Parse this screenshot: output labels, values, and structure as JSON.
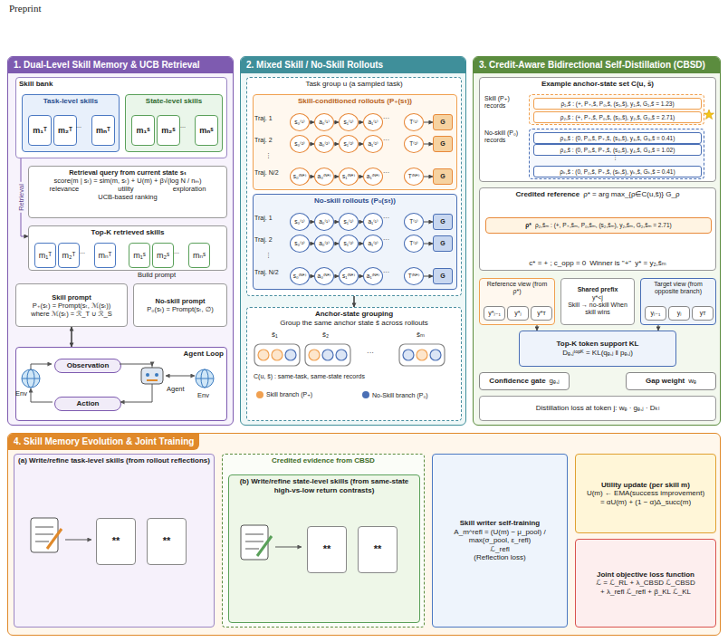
{
  "diagram": {
    "nodes": [
      {
        "text": [
          "1. Dual-Level Skill Memory & UCB Retrieval"
        ]
      },
      {
        "text": [
          "Skill bank"
        ],
        "in": 0
      },
      {
        "text": [
          "Task-level skills"
        ],
        "in": 1
      },
      {
        "text": [
          "m₁ᵀ"
        ],
        "in": 2
      },
      {
        "text": [
          "m₂ᵀ"
        ],
        "in": 2
      },
      {
        "text": [
          "mₙᵀ"
        ],
        "in": 2
      },
      {
        "text": [
          "State-level skills"
        ],
        "in": 1
      },
      {
        "text": [
          "m₁ˢ"
        ],
        "in": 6
      },
      {
        "text": [
          "m₂ˢ"
        ],
        "in": 6
      },
      {
        "text": [
          "mₙˢ"
        ],
        "in": 6
      },
      {
        "text": [
          "Retrieval query from current state sₜ",
          "score(m | sₜ) = sim(m, sₜ) + U(m) + β√(log N / nₘ)",
          "relevance",
          "utility",
          "exploration",
          "UCB-based ranking"
        ],
        "in": 0
      },
      {
        "text": [
          "Top-K retrieved skills"
        ],
        "in": 0
      },
      {
        "text": [
          "m₁ᵀ"
        ],
        "in": 11
      },
      {
        "text": [
          "m₂ᵀ"
        ],
        "in": 11
      },
      {
        "text": [
          "mₙᵀ"
        ],
        "in": 11
      },
      {
        "text": [
          "m₁ˢ"
        ],
        "in": 11
      },
      {
        "text": [
          "m₂ˢ"
        ],
        "in": 11
      },
      {
        "text": [
          "mₙˢ"
        ],
        "in": 11
      },
      {
        "text": [
          "Skill prompt",
          "P₊(sₜ) = Prompt(sₜ, ℳ(sₜ))",
          "where ℳ(sₜ) = ℛ_T ∪ ℛ_S"
        ],
        "in": 0
      },
      {
        "text": [
          "No-skill prompt",
          "P₀(sₜ) = Prompt(sₜ, ∅)"
        ],
        "in": 0
      },
      {
        "text": [
          "Agent Loop"
        ],
        "in": 0
      },
      {
        "text": [
          "Observation"
        ],
        "in": 20
      },
      {
        "text": [
          "Action"
        ],
        "in": 20
      },
      {
        "text": [
          "2. Mixed Skill / No-Skill Rollouts"
        ]
      },
      {
        "text": [
          "Task group u (a sampled task)"
        ],
        "in": 23
      },
      {
        "text": [
          "Skill-conditioned rollouts (P₊(sₜ))"
        ],
        "in": 24
      },
      {
        "text": [
          "s₀⁽¹⁾"
        ],
        "in": 25
      },
      {
        "text": [
          "a₀⁽¹⁾"
        ],
        "in": 25
      },
      {
        "text": [
          "s₁⁽¹⁾"
        ],
        "in": 25
      },
      {
        "text": [
          "a₁⁽¹⁾"
        ],
        "in": 25
      },
      {
        "text": [
          "T⁽¹⁾"
        ],
        "in": 25
      },
      {
        "text": [
          "G"
        ],
        "in": 25
      },
      {
        "text": [
          "s₀⁽²⁾"
        ],
        "in": 25
      },
      {
        "text": [
          "a₀⁽²⁾"
        ],
        "in": 25
      },
      {
        "text": [
          "s₁⁽²⁾"
        ],
        "in": 25
      },
      {
        "text": [
          "a₁⁽²⁾"
        ],
        "in": 25
      },
      {
        "text": [
          "T⁽²⁾"
        ],
        "in": 25
      },
      {
        "text": [
          "G"
        ],
        "in": 25
      },
      {
        "text": [
          "s₀⁽ᴺ*⁾"
        ],
        "in": 25
      },
      {
        "text": [
          "a₀⁽ᴺ*⁾"
        ],
        "in": 25
      },
      {
        "text": [
          "s₁⁽ᴺ*⁾"
        ],
        "in": 25
      },
      {
        "text": [
          "a₁⁽ᴺ*⁾"
        ],
        "in": 25
      },
      {
        "text": [
          "T⁽ᴺ*⁾"
        ],
        "in": 25
      },
      {
        "text": [
          "G"
        ],
        "in": 25
      },
      {
        "text": [
          "No-skill rollouts (P₀(sₜ))"
        ],
        "in": 24
      },
      {
        "text": [
          "s₀⁽¹⁾"
        ],
        "in": 44
      },
      {
        "text": [
          "a₀⁽¹⁾"
        ],
        "in": 44
      },
      {
        "text": [
          "s₁⁽¹⁾"
        ],
        "in": 44
      },
      {
        "text": [
          "a₁⁽¹⁾"
        ],
        "in": 44
      },
      {
        "text": [
          "T⁽¹⁾"
        ],
        "in": 44
      },
      {
        "text": [
          "G"
        ],
        "in": 44
      },
      {
        "text": [
          "s₀⁽²⁾"
        ],
        "in": 44
      },
      {
        "text": [
          "a₀⁽²⁾"
        ],
        "in": 44
      },
      {
        "text": [
          "s₁⁽²⁾"
        ],
        "in": 44
      },
      {
        "text": [
          "a₁⁽²⁾"
        ],
        "in": 44
      },
      {
        "text": [
          "T⁽²⁾"
        ],
        "in": 44
      },
      {
        "text": [
          "G"
        ],
        "in": 44
      },
      {
        "text": [
          "s₀⁽ᴺ*⁾"
        ],
        "in": 44
      },
      {
        "text": [
          "a₀⁽ᴺ*⁾"
        ],
        "in": 44
      },
      {
        "text": [
          "s₁⁽ᴺ*⁾"
        ],
        "in": 44
      },
      {
        "text": [
          "a₁⁽ᴺ*⁾"
        ],
        "in": 44
      },
      {
        "text": [
          "T⁽ᴺ*⁾"
        ],
        "in": 44
      },
      {
        "text": [
          "G"
        ],
        "in": 44
      },
      {
        "text": [
          "Anchor-state grouping",
          "Group the same anchor state s̃ across rollouts"
        ],
        "in": 23
      },
      {
        "text": [
          "3. Credit-Aware Bidirectional Self-Distillation (CBSD)"
        ]
      },
      {
        "text": [
          "Example anchor-state set C(u, s̃)"
        ],
        "in": 64
      },
      {
        "text": [
          "Skill (P₊) records"
        ],
        "in": 65
      },
      {
        "text": [
          "ρ₁,s̃ : (+, P₊,s̃, P₀,s̃, (s₁,s̃), y₁,s̃, G₁,s̃ = 1.23)"
        ],
        "in": 66
      },
      {
        "text": [
          "ρ₂,s̃ : (+, P₊,s̃, P₀,s̃, (s₂,s̃), y₂,s̃, G₂,s̃ = 2.71)"
        ],
        "in": 66
      },
      {
        "text": [
          "No-skill (P₀) records"
        ],
        "in": 65
      },
      {
        "text": [
          "ρ₃,s̃ : (0, P₀,s̃, P₊,s̃, (s₃,s̃), y₃,s̃, G₃,s̃ = 0.41)"
        ],
        "in": 69
      },
      {
        "text": [
          "ρ₄,s̃ : (0, P₀,s̃, P₊,s̃, (s₄,s̃), y₄,s̃, G₄,s̃ = 1.02)"
        ],
        "in": 69
      },
      {
        "text": [
          "ρₖ,s̃ : (0, P₀,s̃, P₊,s̃, (sₖ,s̃), yₖ,s̃, Gₖ,s̃ = 0.41)"
        ],
        "in": 69
      },
      {
        "text": [
          "Credited reference",
          "ρ* = arg max_{ρ∈C(u,s̃)} G_ρ",
          "c* = + ;  c_opp = 0",
          "Winner is \"+\"",
          "y* = y₂,s̃ₘ"
        ],
        "in": 64
      },
      {
        "text": [
          "ρ*",
          "ρ₂,s̃ₘ : (+, P₊,s̃ₘ, P₀,s̃ₘ, (s₂,s̃ₘ), y₂,s̃ₘ, G₂,s̃ₘ = 2.71)"
        ],
        "in": 73
      },
      {
        "text": [
          "Reference view (from ρ*)"
        ],
        "in": 64
      },
      {
        "text": [
          "y*ⱼ₋₁"
        ],
        "in": 75
      },
      {
        "text": [
          "y*ⱼ"
        ],
        "in": 75
      },
      {
        "text": [
          "y*ᴛ"
        ],
        "in": 75
      },
      {
        "text": [
          "Shared prefix",
          "y*<j",
          "Skill → no-skill When skill wins"
        ],
        "in": 64
      },
      {
        "text": [
          "Target view (from opposite branch)"
        ],
        "in": 64
      },
      {
        "text": [
          "yⱼ₋₁"
        ],
        "in": 80
      },
      {
        "text": [
          "yⱼ"
        ],
        "in": 80
      },
      {
        "text": [
          "yᴛ"
        ],
        "in": 80
      },
      {
        "text": [
          "Top-K token support KL",
          "Dₑ,ⱼᵗᵒᵖᴷ = KL(qₑ,ⱼ ‖ pₑ,ⱼ)"
        ],
        "in": 64
      },
      {
        "text": [
          "Confidence gate",
          "gₑ,ⱼ"
        ],
        "in": 64
      },
      {
        "text": [
          "Gap weight",
          "wₑ"
        ],
        "in": 64
      },
      {
        "text": [
          "Distillation loss at token j: wₑ · gₑ,ⱼ · Dₖₗ"
        ],
        "in": 64
      },
      {
        "text": [
          "4. Skill Memory Evolution & Joint Training"
        ]
      },
      {
        "text": [
          "(a) Write/refine task-level skills (from rollout reflections)"
        ],
        "in": 88
      },
      {
        "text": [
          "**"
        ],
        "in": 89
      },
      {
        "text": [
          "**"
        ],
        "in": 89
      },
      {
        "text": [
          "Credited evidence from CBSD"
        ],
        "in": 88
      },
      {
        "text": [
          "(b) Write/refine state-level skills (from same-state high-vs-low return contrasts)"
        ],
        "in": 92
      },
      {
        "text": [
          "**"
        ],
        "in": 93
      },
      {
        "text": [
          "**"
        ],
        "in": 93
      },
      {
        "text": [
          "Skill writer self-training",
          "A_m^refl = (U(m) − μ_pool) / max(σ_pool, ε_refl)",
          "ℒ_refl",
          "(Reflection loss)"
        ],
        "in": 88
      },
      {
        "text": [
          "Utility update (per skill m)",
          "U(m) ← EMA(success improvement)",
          "= αU(m) + (1 − α)Δ_succ(m)"
        ],
        "in": 88
      },
      {
        "text": [
          "Joint objective loss function",
          "ℒ = ℒ_RL + λ_CBSD ℒ_CBSD",
          "+ λ_refl ℒ_refl + β_KL ℒ_KL"
        ],
        "in": 88
      }
    ],
    "edges": [
      {
        "from": 1,
        "to": 11,
        "label": "Retrieval",
        "arrow": "to"
      },
      {
        "from": 18,
        "to": 20,
        "arrow": "both"
      },
      {
        "from": 26,
        "to": 27,
        "arrow": "to"
      },
      {
        "from": 27,
        "to": 28,
        "arrow": "to"
      },
      {
        "from": 28,
        "to": 29,
        "arrow": "to"
      },
      {
        "from": 30,
        "to": 31,
        "arrow": "to"
      },
      {
        "from": 32,
        "to": 33,
        "arrow": "to"
      },
      {
        "from": 33,
        "to": 34,
        "arrow": "to"
      },
      {
        "from": 34,
        "to": 35,
        "arrow": "to"
      },
      {
        "from": 36,
        "to": 37,
        "arrow": "to"
      },
      {
        "from": 38,
        "to": 39,
        "arrow": "to"
      },
      {
        "from": 39,
        "to": 40,
        "arrow": "to"
      },
      {
        "from": 40,
        "to": 41,
        "arrow": "to"
      },
      {
        "from": 42,
        "to": 43,
        "arrow": "to"
      },
      {
        "from": 45,
        "to": 46,
        "arrow": "to"
      },
      {
        "from": 46,
        "to": 47,
        "arrow": "to"
      },
      {
        "from": 47,
        "to": 48,
        "arrow": "to"
      },
      {
        "from": 49,
        "to": 50,
        "arrow": "to"
      },
      {
        "from": 51,
        "to": 52,
        "arrow": "to"
      },
      {
        "from": 52,
        "to": 53,
        "arrow": "to"
      },
      {
        "from": 53,
        "to": 54,
        "arrow": "to"
      },
      {
        "from": 55,
        "to": 56,
        "arrow": "to"
      },
      {
        "from": 57,
        "to": 58,
        "arrow": "to"
      },
      {
        "from": 58,
        "to": 59,
        "arrow": "to"
      },
      {
        "from": 59,
        "to": 60,
        "arrow": "to"
      },
      {
        "from": 61,
        "to": 62,
        "arrow": "to"
      },
      {
        "from": 24,
        "to": 63,
        "arrow": "to"
      },
      {
        "from": 75,
        "to": 84,
        "arrow": "to"
      },
      {
        "from": 80,
        "to": 84,
        "arrow": "to"
      }
    ],
    "labels": [
      "Preprint",
      "...",
      "...",
      "...",
      "...",
      "Build prompt",
      "Agent",
      "Env",
      "Env",
      "Traj. 1",
      "Traj. 2",
      "⋮",
      "Traj. N/2",
      "···",
      "···",
      "···",
      "Traj. 1",
      "Traj. 2",
      "⋮",
      "Traj. N/2",
      "···",
      "···",
      "···",
      "s̃₁",
      "s̃₂",
      "···",
      "s̃ₘ",
      "C(u, s̃) : same-task, same-state records",
      "⋮"
    ],
    "legend": [
      {
        "text": "Skill branch (P₊)",
        "color": "#f0a050"
      },
      {
        "text": "No-Skill branch (P₀)",
        "color": "#4a6fb5"
      }
    ]
  }
}
